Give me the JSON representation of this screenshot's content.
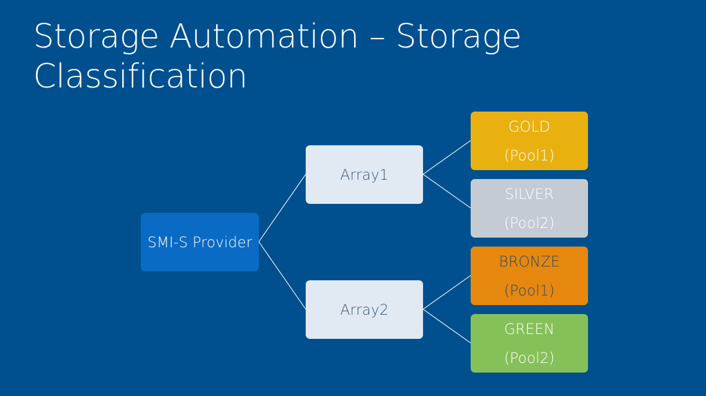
{
  "slide": {
    "title": "Storage Automation – Storage Classification"
  },
  "diagram": {
    "root": {
      "label": "SMI-S Provider"
    },
    "arrays": [
      {
        "label": "Array1"
      },
      {
        "label": "Array2"
      }
    ],
    "classes": [
      {
        "name": "GOLD",
        "pool": "(Pool1)",
        "color": "#e8b10f"
      },
      {
        "name": "SILVER",
        "pool": "(Pool2)",
        "color": "#c5cbd3"
      },
      {
        "name": "BRONZE",
        "pool": "(Pool1)",
        "color": "#e6880e"
      },
      {
        "name": "GREEN",
        "pool": "(Pool2)",
        "color": "#86c058"
      }
    ],
    "colors": {
      "background": "#00508f",
      "root": "#0a6bc4",
      "array": "#e1eaf3"
    }
  }
}
